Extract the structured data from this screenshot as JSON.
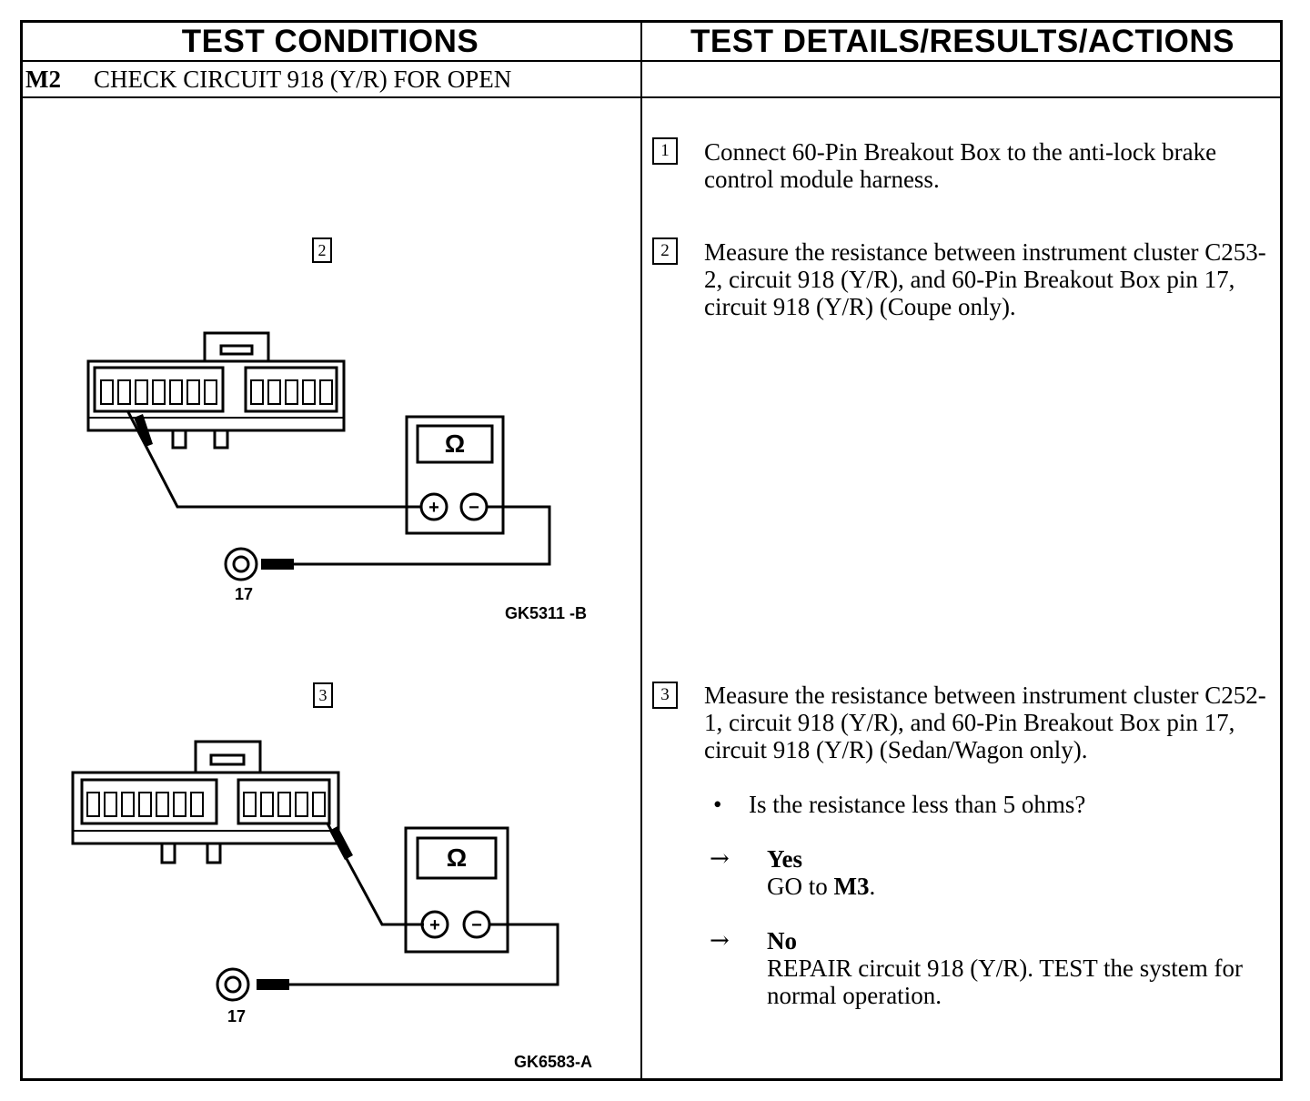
{
  "header": {
    "left": "TEST CONDITIONS",
    "right": "TEST DETAILS/RESULTS/ACTIONS"
  },
  "section": {
    "code": "M2",
    "title": "CHECK CIRCUIT 918 (Y/R) FOR OPEN"
  },
  "figures": [
    {
      "step_label": "2",
      "meter_symbol": "Ω",
      "plus": "+",
      "minus": "−",
      "pin_label": "17",
      "ref": "GK5311 -B"
    },
    {
      "step_label": "3",
      "meter_symbol": "Ω",
      "plus": "+",
      "minus": "−",
      "pin_label": "17",
      "ref": "GK6583-A"
    }
  ],
  "steps": [
    {
      "number": "1",
      "text": "Connect 60-Pin Breakout Box to the anti-lock brake control module harness."
    },
    {
      "number": "2",
      "text": "Measure the resistance between instrument cluster C253-2, circuit 918 (Y/R), and 60-Pin Breakout Box pin 17, circuit 918 (Y/R) (Coupe only)."
    },
    {
      "number": "3",
      "text": "Measure the resistance between instrument cluster C252-1, circuit 918 (Y/R), and 60-Pin Breakout Box pin 17, circuit 918 (Y/R) (Sedan/Wagon only)."
    }
  ],
  "question": {
    "bullet": "•",
    "text": "Is the resistance less than 5 ohms?"
  },
  "outcomes": [
    {
      "arrow": "→",
      "answer": "Yes",
      "action_prefix": "GO to ",
      "action_target": "M3",
      "action_suffix": "."
    },
    {
      "arrow": "→",
      "answer": "No",
      "action": "REPAIR circuit 918 (Y/R). TEST the system for normal operation."
    }
  ]
}
